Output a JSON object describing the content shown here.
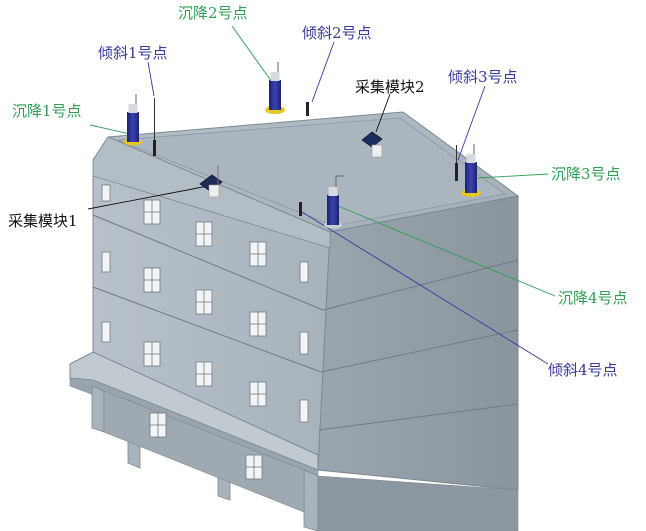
{
  "labels": {
    "settlement_1": "沉降1号点",
    "settlement_2": "沉降2号点",
    "settlement_3": "沉降3号点",
    "settlement_4": "沉降4号点",
    "tilt_1": "倾斜1号点",
    "tilt_2": "倾斜2号点",
    "tilt_3": "倾斜3号点",
    "tilt_4": "倾斜4号点",
    "collector_1": "采集模块1",
    "collector_2": "采集模块2"
  },
  "colors": {
    "settlement": "#2f9e54",
    "tilt": "#3a3a9c",
    "collector": "#111111",
    "wall_front": "#aeb8c1",
    "wall_side": "#8f9aa4",
    "roof": "#a7b3bd",
    "sensor_body": "#2a2f8f",
    "sensor_base": "#e8c81e"
  }
}
